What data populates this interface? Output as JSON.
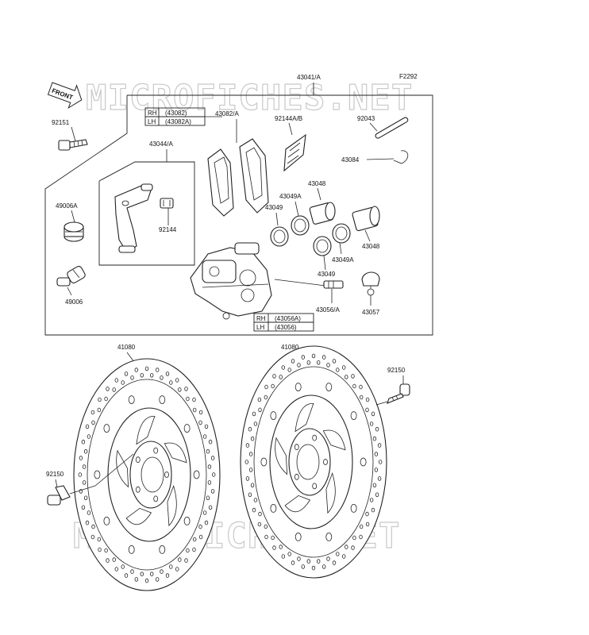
{
  "figure_code": "F2292",
  "watermark": "MICROFICHES.NET",
  "front_label": "FRONT",
  "parts": {
    "p43041": "43041/A",
    "p92151": "92151",
    "p43082A": "43082/A",
    "p92144AB": "92144A/B",
    "p92043": "92043",
    "p43084": "43084",
    "p43044A": "43044/A",
    "p43048_top": "43048",
    "p43049A_top": "43049A",
    "p43049_top": "43049",
    "p43048_right": "43048",
    "p49006A": "49006A",
    "p92144": "92144",
    "p43049A_bot": "43049A",
    "p43049_bot": "43049",
    "p49006": "49006",
    "p43056A": "43056/A",
    "p43057": "43057",
    "p41080_left": "41080",
    "p41080_right": "41080",
    "p92150_right": "92150",
    "p92150_left": "92150"
  },
  "table_pads": {
    "rh_label": "RH",
    "rh_value": "(43082)",
    "lh_label": "LH",
    "lh_value": "(43082A)"
  },
  "table_caliper": {
    "rh_label": "RH",
    "rh_value": "(43056A)",
    "lh_label": "LH",
    "lh_value": "(43056)"
  }
}
